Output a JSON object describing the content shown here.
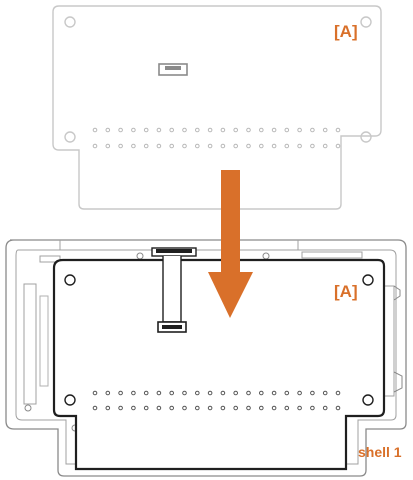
{
  "labels": {
    "board_top": "[A]",
    "board_bottom": "[A]",
    "shell": "shell 1"
  },
  "colors": {
    "accent": "#d9702a",
    "outline_light": "#c8c8c8",
    "outline_dark": "#1f1f1f",
    "shell_stroke": "#8a8a8a"
  },
  "icons": {
    "arrow": "arrow-down-icon",
    "connector": "ribbon-connector-icon"
  }
}
